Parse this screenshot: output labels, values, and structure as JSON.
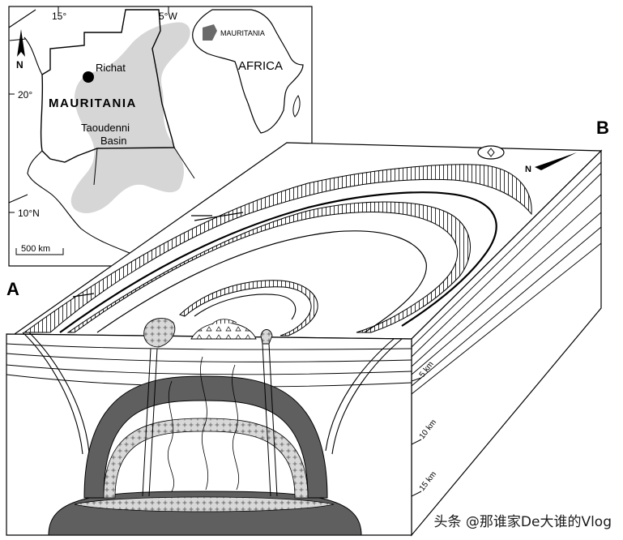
{
  "panel_a": {
    "letter": "A",
    "lat_labels": [
      "20°",
      "10°N"
    ],
    "lon_labels": [
      "15°",
      "5°W"
    ],
    "north": "N",
    "country": "MAURITANIA",
    "site": "Richat",
    "basin": "Taoudenni\nBasin",
    "basin_line1": "Taoudenni",
    "basin_line2": "Basin",
    "scale": "500 km",
    "inset_country": "MAURITANIA",
    "inset_continent": "AFRICA"
  },
  "panel_b": {
    "letter": "B",
    "north": "N",
    "depths": [
      "5 km",
      "10 km",
      "15 km"
    ]
  },
  "watermark": "头条 @那谁家De大谁的Vlog",
  "colors": {
    "basin_fill": "#d6d6d6",
    "mantle_fill": "#5f5f5f",
    "stipple_fill": "#d8d8d8"
  }
}
